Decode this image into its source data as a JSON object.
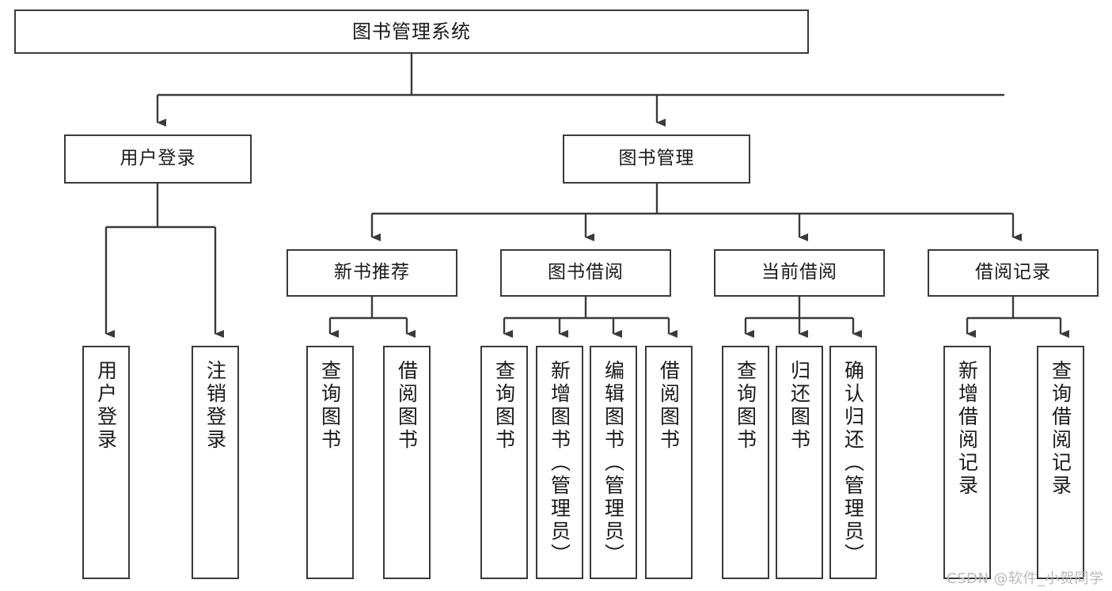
{
  "diagram": {
    "title": "图书管理系统",
    "root": {
      "label": "图书管理系统"
    },
    "level1": [
      {
        "label": "用户登录"
      },
      {
        "label": "图书管理"
      }
    ],
    "level2": [
      {
        "label": "新书推荐"
      },
      {
        "label": "图书借阅"
      },
      {
        "label": "当前借阅"
      },
      {
        "label": "借阅记录"
      }
    ],
    "leaves": {
      "user_login": [
        {
          "label": "用户登录"
        },
        {
          "label": "注销登录"
        }
      ],
      "new_book_recommend": [
        {
          "label": "查询图书"
        },
        {
          "label": "借阅图书"
        }
      ],
      "book_borrow": [
        {
          "label": "查询图书"
        },
        {
          "label": "新增图书（管理员）"
        },
        {
          "label": "编辑图书（管理员）"
        },
        {
          "label": "借阅图书"
        }
      ],
      "current_borrow": [
        {
          "label": "查询图书"
        },
        {
          "label": "归还图书"
        },
        {
          "label": "确认归还（管理员）"
        }
      ],
      "borrow_record": [
        {
          "label": "新增借阅记录"
        },
        {
          "label": "查询借阅记录"
        }
      ]
    }
  },
  "watermark": {
    "text": "CSDN @软件_小贺同学"
  },
  "colors": {
    "border": "#3a3a3a",
    "text": "#1a1a1a",
    "background": "#ffffff",
    "watermark": "#b9b9b9"
  }
}
